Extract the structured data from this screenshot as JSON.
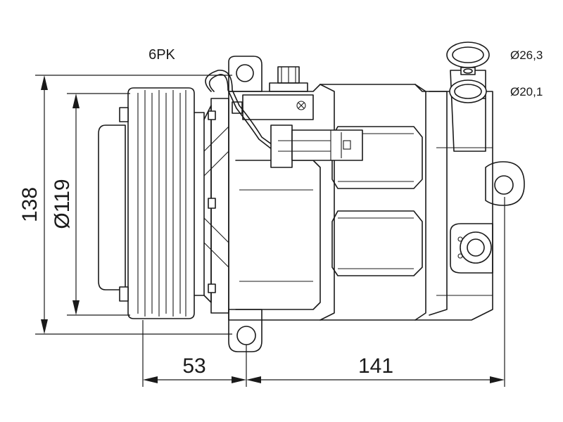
{
  "labels": {
    "belt": "6PK",
    "height": "138",
    "pulley_diameter": "Ø119",
    "port_large": "Ø26,3",
    "port_small": "Ø20,1",
    "pulley_to_mount": "53",
    "mount_to_rear": "141"
  },
  "colors": {
    "line": "#1a1a1a",
    "background": "#ffffff"
  }
}
